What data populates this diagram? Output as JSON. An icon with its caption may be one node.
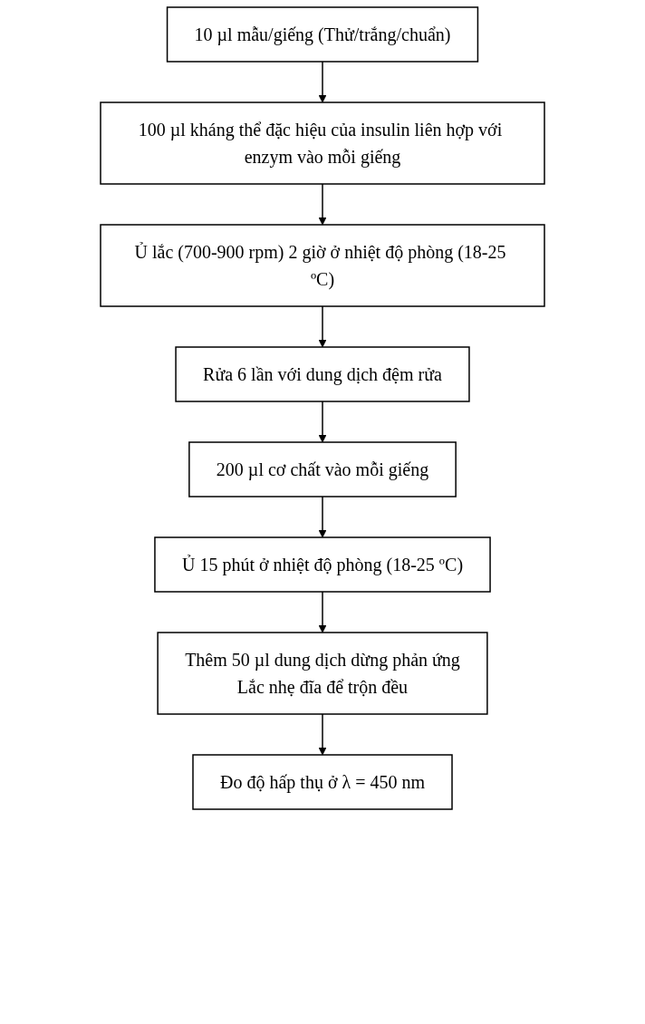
{
  "diagram": {
    "nodes": [
      {
        "text": [
          "10 µl mẫu/giếng (Thử/trắng/chuẩn)"
        ]
      },
      {
        "text": [
          "100 µl kháng thể đặc hiệu của insulin liên hợp với enzym vào mỗi giếng"
        ]
      },
      {
        "text": [
          "Ủ lắc (700-900 rpm) 2 giờ ở nhiệt độ phòng (18-25 ºC)"
        ]
      },
      {
        "text": [
          "Rửa 6 lần với dung dịch đệm rửa"
        ]
      },
      {
        "text": [
          "200 µl cơ chất vào mỗi giếng"
        ]
      },
      {
        "text": [
          "Ủ 15 phút ở nhiệt độ phòng (18-25 ºC)"
        ]
      },
      {
        "text": [
          "Thêm 50 µl dung dịch dừng phản ứng",
          "Lắc nhẹ đĩa để trộn đều"
        ]
      },
      {
        "text": [
          "Đo độ hấp thụ ở λ = 450 nm"
        ]
      }
    ],
    "edges": [
      {
        "from": 0,
        "to": 1,
        "arrow": "to"
      },
      {
        "from": 1,
        "to": 2,
        "arrow": "to"
      },
      {
        "from": 2,
        "to": 3,
        "arrow": "to"
      },
      {
        "from": 3,
        "to": 4,
        "arrow": "to"
      },
      {
        "from": 4,
        "to": 5,
        "arrow": "to"
      },
      {
        "from": 5,
        "to": 6,
        "arrow": "to"
      },
      {
        "from": 6,
        "to": 7,
        "arrow": "to"
      }
    ]
  }
}
